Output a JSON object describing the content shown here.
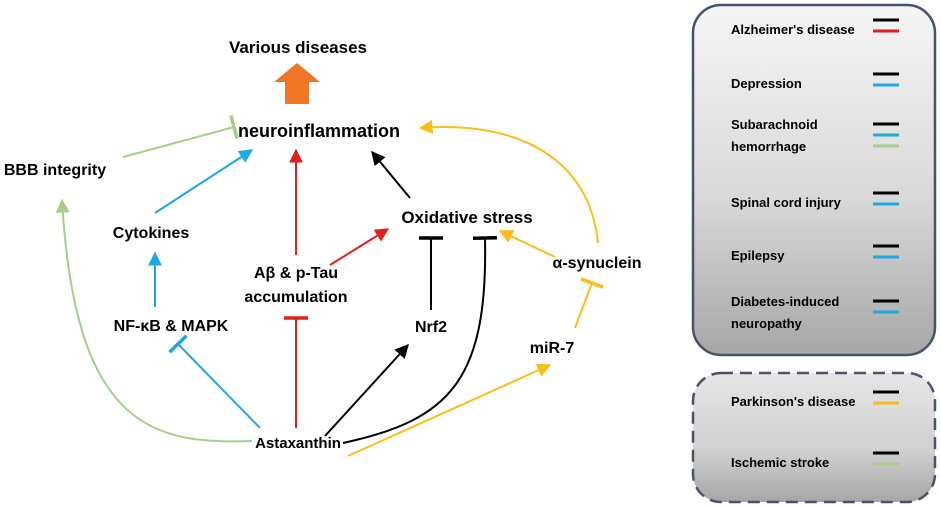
{
  "nodes": {
    "various_diseases": "Various diseases",
    "neuroinflammation": "neuroinflammation",
    "bbb_integrity": "BBB integrity",
    "cytokines": "Cytokines",
    "abeta_line1": "Aβ & p-Tau",
    "abeta_line2": "accumulation",
    "oxidative_stress": "Oxidative stress",
    "alpha_synuclein": "α-synuclein",
    "nfkb_mapk": "NF-κB & MAPK",
    "nrf2": "Nrf2",
    "mir7": "miR-7",
    "astaxanthin": "Astaxanthin"
  },
  "colors": {
    "black": "#000000",
    "red": "#e41d1d",
    "blue": "#1ea7e2",
    "green": "#a6ce89",
    "yellow": "#fbbd19",
    "up_arrow": "#ef7622"
  },
  "legend": {
    "solid_group": [
      {
        "label": "Alzheimer's disease",
        "colors": [
          "black",
          "red"
        ]
      },
      {
        "label": "Depression",
        "colors": [
          "black",
          "blue"
        ]
      },
      {
        "label_lines": [
          "Subarachnoid",
          "hemorrhage"
        ],
        "colors": [
          "black",
          "blue",
          "green"
        ]
      },
      {
        "label": "Spinal cord injury",
        "colors": [
          "black",
          "blue"
        ]
      },
      {
        "label": "Epilepsy",
        "colors": [
          "black",
          "blue"
        ]
      },
      {
        "label_lines": [
          "Diabetes-induced",
          "neuropathy"
        ],
        "colors": [
          "black",
          "blue"
        ]
      }
    ],
    "dashed_group": [
      {
        "label": "Parkinson's disease",
        "colors": [
          "black",
          "yellow"
        ]
      },
      {
        "label": "Ischemic stroke",
        "colors": [
          "black",
          "green"
        ]
      }
    ]
  }
}
